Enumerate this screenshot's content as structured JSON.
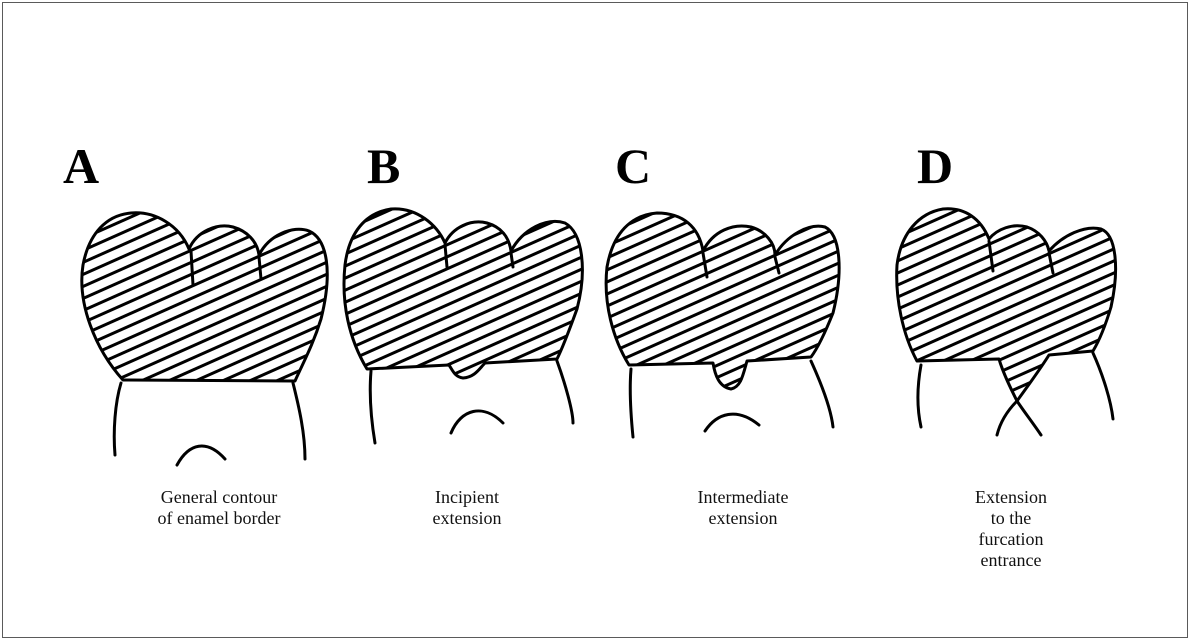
{
  "panels": [
    {
      "letter": "A",
      "caption": [
        "General contour",
        "of enamel border"
      ]
    },
    {
      "letter": "B",
      "caption": [
        "Incipient",
        "extension"
      ]
    },
    {
      "letter": "C",
      "caption": [
        "Intermediate",
        "extension"
      ]
    },
    {
      "letter": "D",
      "caption": [
        "Extension",
        "to the",
        "furcation",
        "entrance"
      ]
    }
  ],
  "colors": {
    "ink": "#000000",
    "border": "#5a5a5a",
    "background": "#ffffff"
  }
}
